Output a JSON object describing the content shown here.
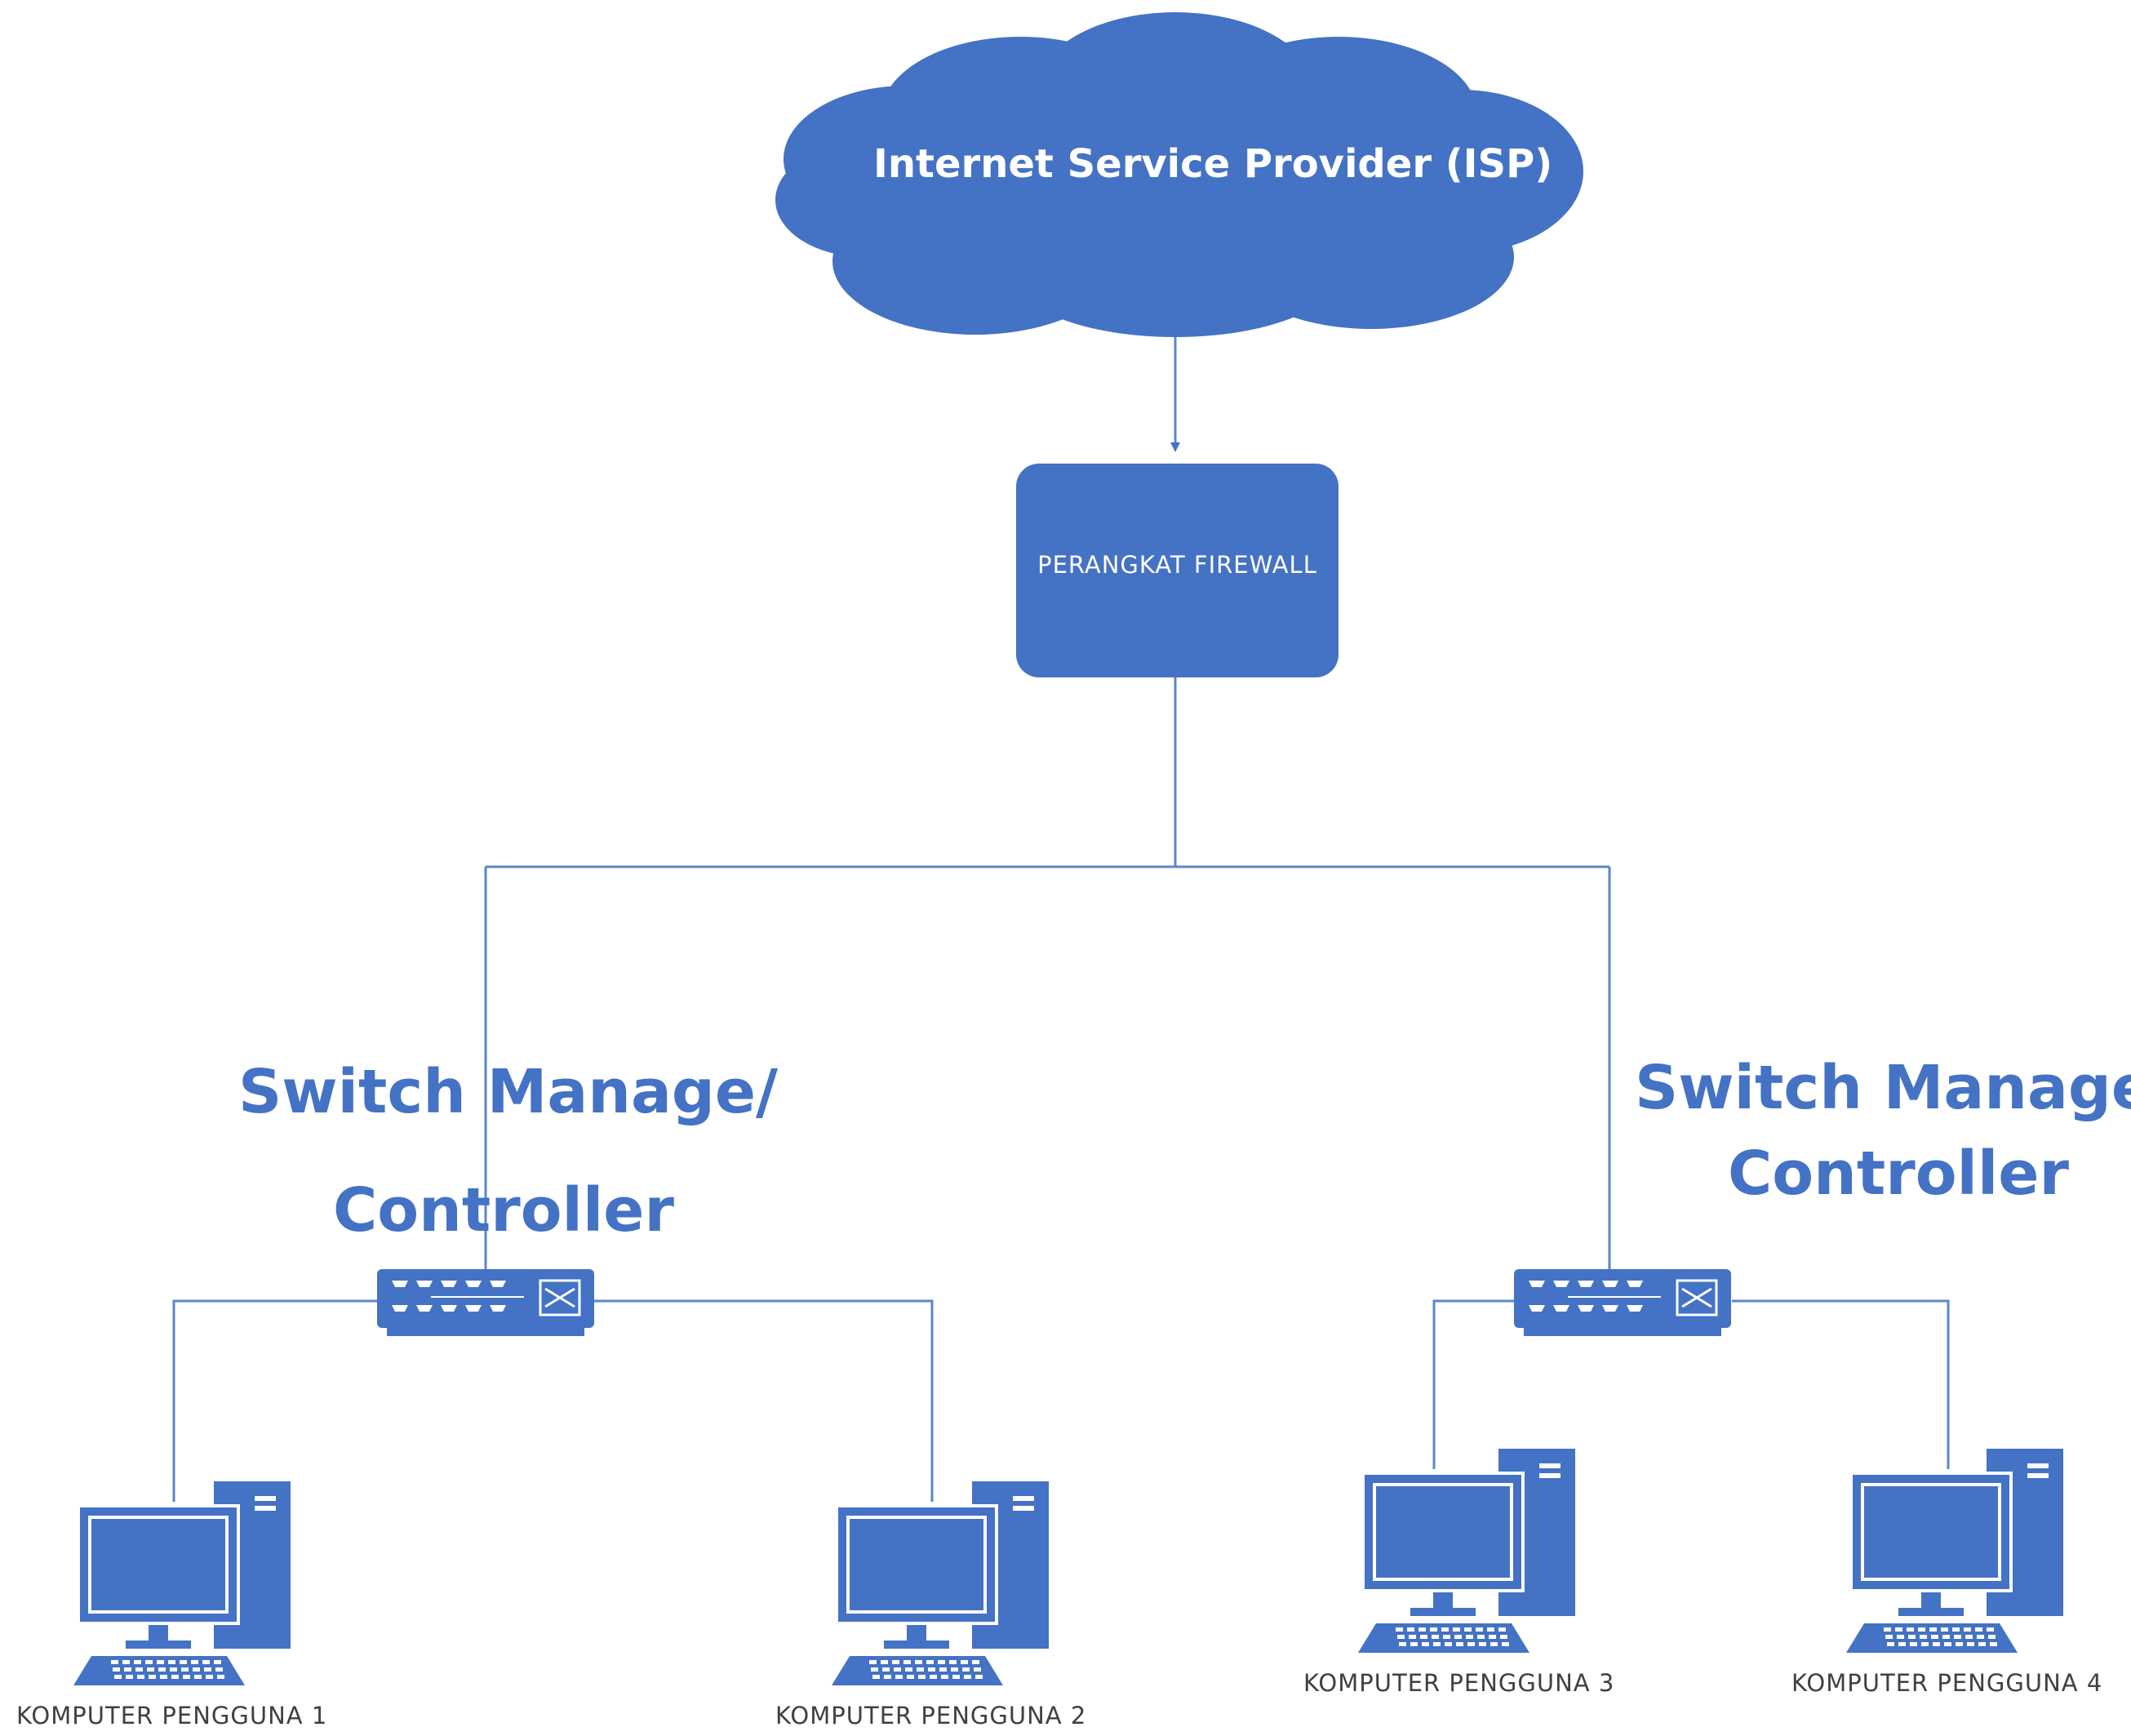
{
  "colors": {
    "shape_fill": "#4472c4",
    "line": "#5b86c9",
    "label_text": "#4472c4",
    "caption_text": "#404040"
  },
  "cloud": {
    "label": "Internet Service Provider (ISP)",
    "icon": "cloud-icon"
  },
  "firewall": {
    "label": "PERANGKAT FIREWALL"
  },
  "switches": [
    {
      "label_line1": "Switch Manage/",
      "label_line2": "Controller",
      "icon": "network-switch-icon"
    },
    {
      "label_line1": "Switch Manage/",
      "label_line2": "Controller",
      "icon": "network-switch-icon"
    }
  ],
  "computers": [
    {
      "label": "KOMPUTER PENGGUNA 1",
      "icon": "desktop-computer-icon"
    },
    {
      "label": "KOMPUTER PENGGUNA 2",
      "icon": "desktop-computer-icon"
    },
    {
      "label": "KOMPUTER PENGGUNA 3",
      "icon": "desktop-computer-icon"
    },
    {
      "label": "KOMPUTER PENGGUNA 4",
      "icon": "desktop-computer-icon"
    }
  ]
}
